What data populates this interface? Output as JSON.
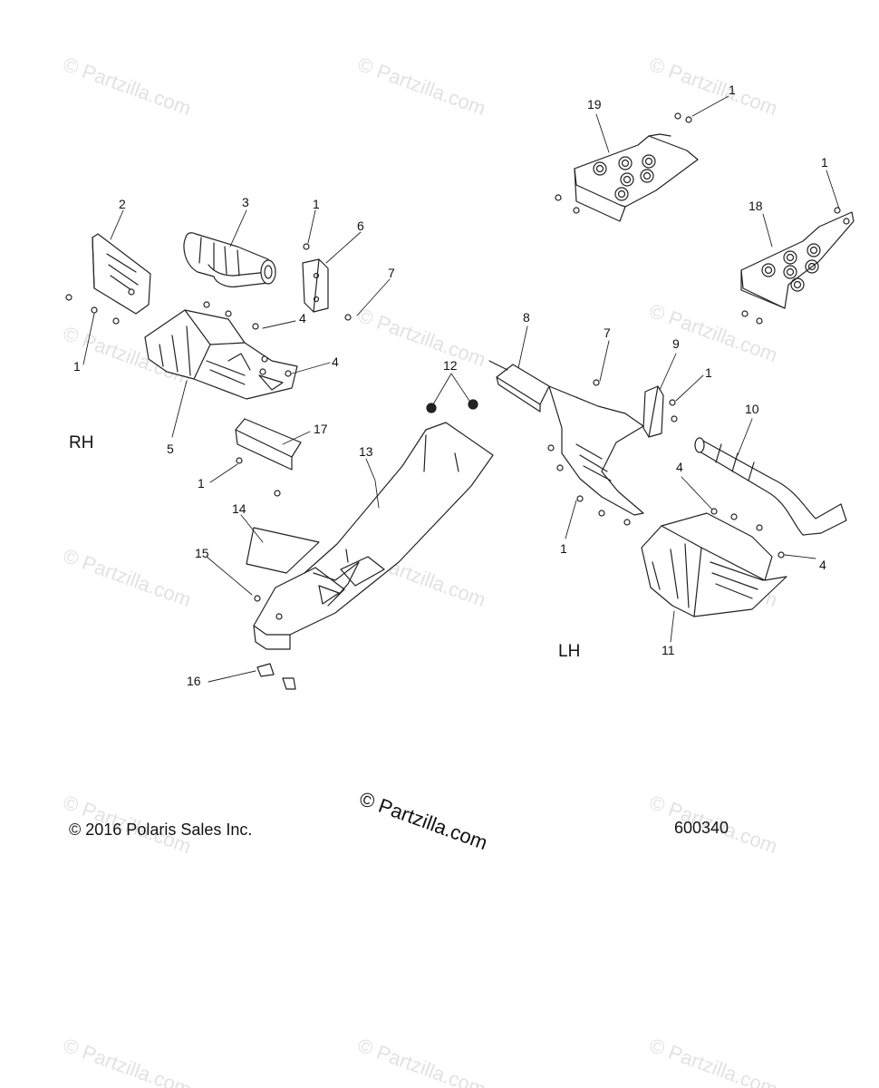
{
  "watermark": "© Partzilla.com",
  "watermark_center": "© Partzilla.com",
  "sides": {
    "right": "RH",
    "left": "LH"
  },
  "footer": {
    "copyright": "© 2016 Polaris Sales Inc.",
    "diagram_number": "600340"
  },
  "callouts": [
    "1",
    "1",
    "1",
    "1",
    "1",
    "1",
    "2",
    "3",
    "4",
    "4",
    "4",
    "4",
    "5",
    "6",
    "7",
    "7",
    "8",
    "9",
    "10",
    "11",
    "12",
    "13",
    "14",
    "15",
    "16",
    "17",
    "18",
    "19"
  ]
}
